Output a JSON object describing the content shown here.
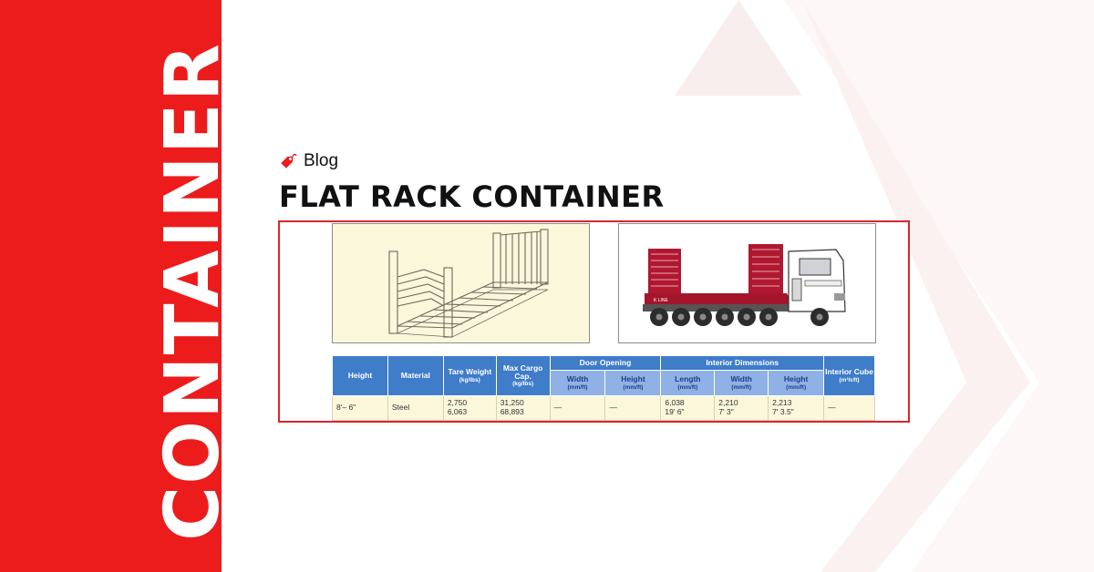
{
  "brand_color": "#ec1c1c",
  "side_word": "CONTAINER",
  "category": {
    "icon": "tag-icon",
    "label": "Blog"
  },
  "title": "FLAT RACK CONTAINER",
  "figure": {
    "left_image": "flat-rack-sketch",
    "right_image": "flat-rack-truck",
    "truck_brand": "K LINE",
    "table": {
      "headers": {
        "height": "Height",
        "material": "Material",
        "tare": {
          "label": "Tare Weight",
          "unit": "(kg/lbs)"
        },
        "max": {
          "label": "Max Cargo Cap.",
          "unit": "(kg/lbs)"
        },
        "door_opening": "Door Opening",
        "interior_dimensions": "Interior Dimensions",
        "cube": {
          "label": "Interior Cube",
          "unit": "(m³/cft)"
        }
      },
      "sub_headers": {
        "door_width": {
          "label": "Width",
          "unit": "(mm/ft)"
        },
        "door_height": {
          "label": "Height",
          "unit": "(mm/ft)"
        },
        "int_length": {
          "label": "Length",
          "unit": "(mm/ft)"
        },
        "int_width": {
          "label": "Width",
          "unit": "(mm/ft)"
        },
        "int_height": {
          "label": "Height",
          "unit": "(mm/ft)"
        }
      },
      "row": {
        "height": "8'– 6\"",
        "material": "Steel",
        "tare": [
          "2,750",
          "6,063"
        ],
        "max": [
          "31,250",
          "68,893"
        ],
        "door_width": "—",
        "door_height": "—",
        "int_length": [
          "6,038",
          "19' 6\""
        ],
        "int_width": [
          "2,210",
          "7' 3\""
        ],
        "int_height": [
          "2,213",
          "7' 3.5\""
        ],
        "cube": "—"
      }
    }
  }
}
